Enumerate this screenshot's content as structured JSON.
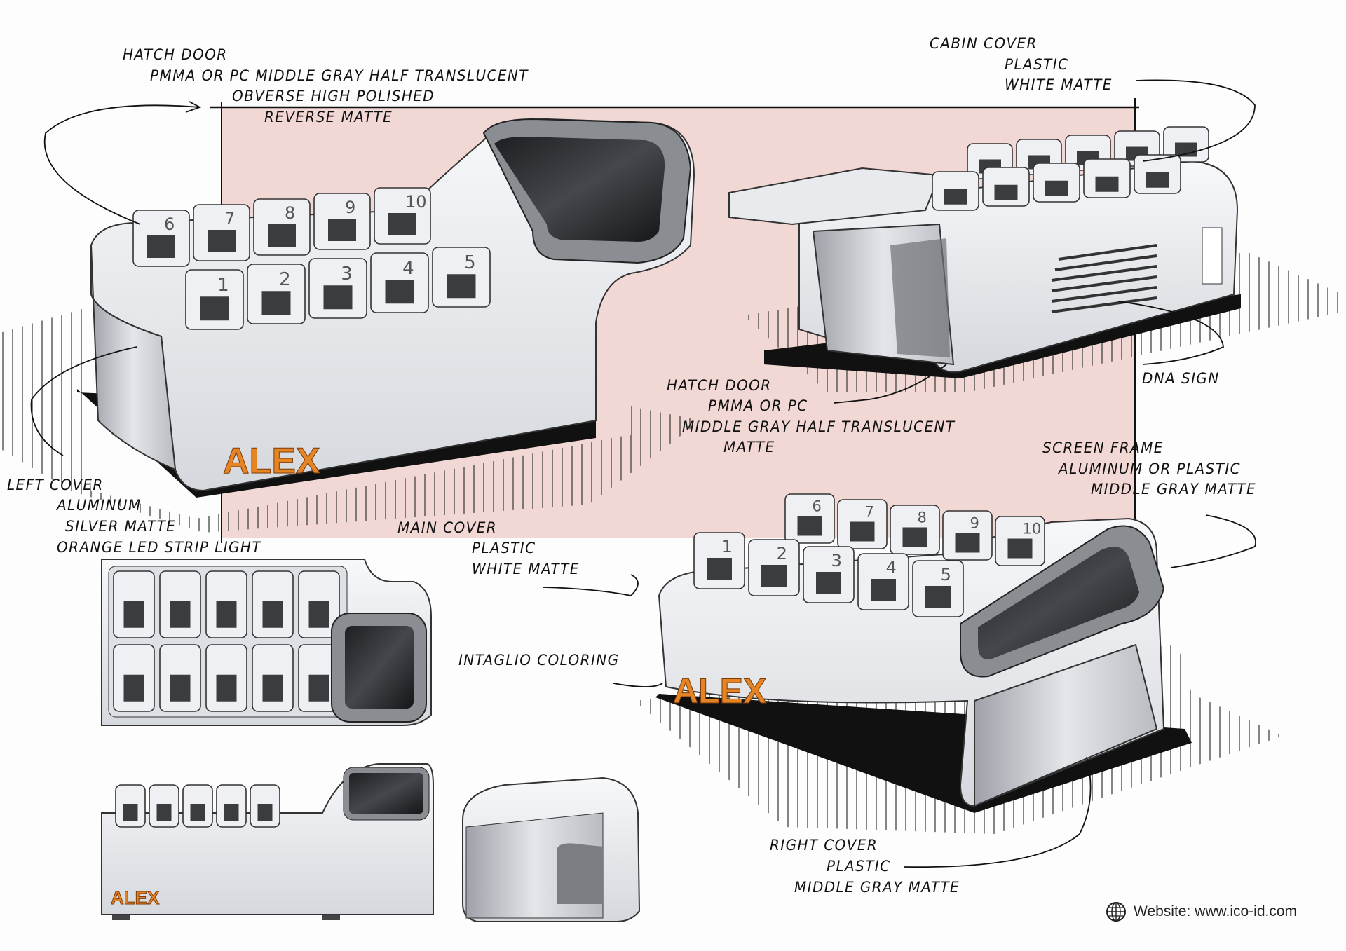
{
  "colors": {
    "background_panel": "#f2d8d5",
    "logo_orange": "#e58424",
    "body_white": "#eceef1",
    "screen_dark": "#2a2b2e",
    "frame_gray": "#8a8d92"
  },
  "brand": {
    "logo_text": "ALEX"
  },
  "annotations": {
    "top_hatch_door": [
      "HATCH DOOR",
      "PMMA OR PC  MIDDLE GRAY HALF TRANSLUCENT",
      "OBVERSE HIGH POLISHED",
      "REVERSE MATTE"
    ],
    "cabin_cover": [
      "CABIN COVER",
      "PLASTIC",
      "WHITE MATTE"
    ],
    "middle_hatch_door": [
      "HATCH DOOR",
      "PMMA OR PC",
      "MIDDLE GRAY HALF TRANSLUCENT",
      "MATTE"
    ],
    "dna_sign": [
      "DNA SIGN"
    ],
    "screen_frame": [
      "SCREEN FRAME",
      "ALUMINUM OR PLASTIC",
      "MIDDLE GRAY  MATTE"
    ],
    "left_cover": [
      "LEFT COVER",
      "ALUMINUM",
      "SILVER  MATTE",
      "ORANGE  LED STRIP LIGHT"
    ],
    "main_cover": [
      "MAIN COVER",
      "PLASTIC",
      "WHITE MATTE"
    ],
    "intaglio": [
      "INTAGLIO COLORING"
    ],
    "right_cover": [
      "RIGHT COVER",
      "PLASTIC",
      "MIDDLE GRAY  MATTE"
    ]
  },
  "footer": {
    "website_icon": "globe-icon",
    "website": "Website: www.ico-id.com"
  },
  "compartment_numbers": [
    "1",
    "2",
    "3",
    "4",
    "5",
    "6",
    "7",
    "8",
    "9",
    "10"
  ]
}
